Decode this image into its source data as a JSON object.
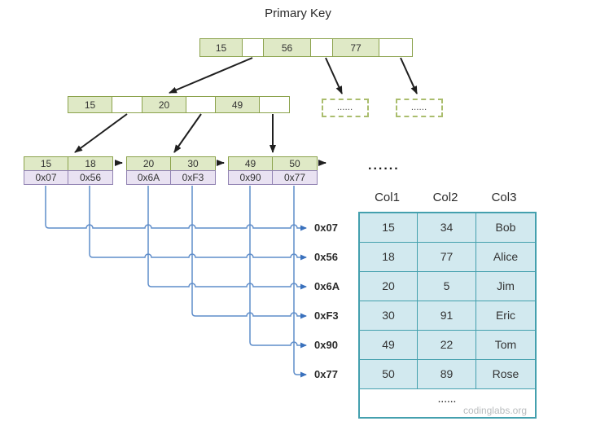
{
  "title": "Primary Key",
  "index": {
    "root": {
      "cells": [
        "15",
        "",
        "56",
        "",
        "77",
        ""
      ]
    },
    "internal": {
      "cells": [
        "15",
        "",
        "20",
        "",
        "49",
        ""
      ]
    },
    "leaves": [
      {
        "keys": [
          "15",
          "18"
        ],
        "addrs": [
          "0x07",
          "0x56"
        ]
      },
      {
        "keys": [
          "20",
          "30"
        ],
        "addrs": [
          "0x6A",
          "0xF3"
        ]
      },
      {
        "keys": [
          "49",
          "50"
        ],
        "addrs": [
          "0x90",
          "0x77"
        ]
      }
    ],
    "dashed_nodes": [
      "......",
      "......"
    ],
    "more_leaves_dots": "......"
  },
  "pointers": {
    "labels": [
      "0x07",
      "0x56",
      "0x6A",
      "0xF3",
      "0x90",
      "0x77"
    ]
  },
  "table": {
    "headers": [
      "Col1",
      "Col2",
      "Col3"
    ],
    "rows": [
      [
        "15",
        "34",
        "Bob"
      ],
      [
        "18",
        "77",
        "Alice"
      ],
      [
        "20",
        "5",
        "Jim"
      ],
      [
        "30",
        "91",
        "Eric"
      ],
      [
        "49",
        "22",
        "Tom"
      ],
      [
        "50",
        "89",
        "Rose"
      ]
    ],
    "footer_dots": "......",
    "watermark": "codinglabs.org"
  },
  "colors": {
    "key_cell_fill": "#dfe9c6",
    "key_cell_border": "#8ba24c",
    "addr_cell_fill": "#e9e2f2",
    "addr_cell_border": "#9182b2",
    "table_fill": "#d2e9ef",
    "table_border": "#44a0ae",
    "connector_blue": "#5f8dca",
    "arrow_black": "#1f1f1f"
  }
}
